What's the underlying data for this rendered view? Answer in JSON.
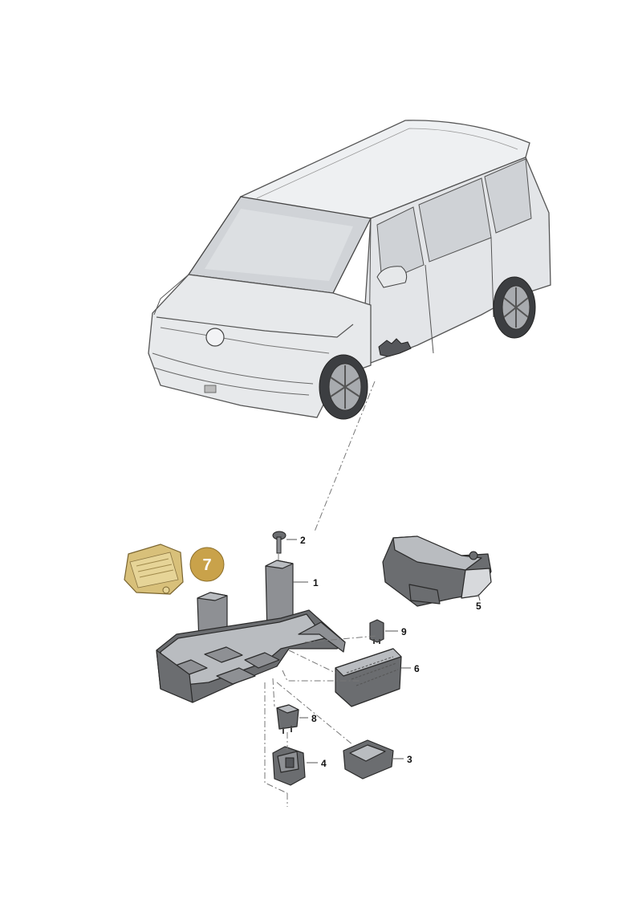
{
  "diagram": {
    "callouts": [
      {
        "id": "1",
        "label": "1"
      },
      {
        "id": "2",
        "label": "2"
      },
      {
        "id": "3",
        "label": "3"
      },
      {
        "id": "4",
        "label": "4"
      },
      {
        "id": "5",
        "label": "5"
      },
      {
        "id": "6",
        "label": "6"
      },
      {
        "id": "7",
        "label": "7"
      },
      {
        "id": "8",
        "label": "8"
      },
      {
        "id": "9",
        "label": "9"
      }
    ],
    "highlight_badge": {
      "label": "7",
      "color": "#c9a24a"
    },
    "colors": {
      "highlight_part": "#d8c07a",
      "vehicle_body": "#e9ebed",
      "parts_dark": "#6b6d70"
    }
  }
}
